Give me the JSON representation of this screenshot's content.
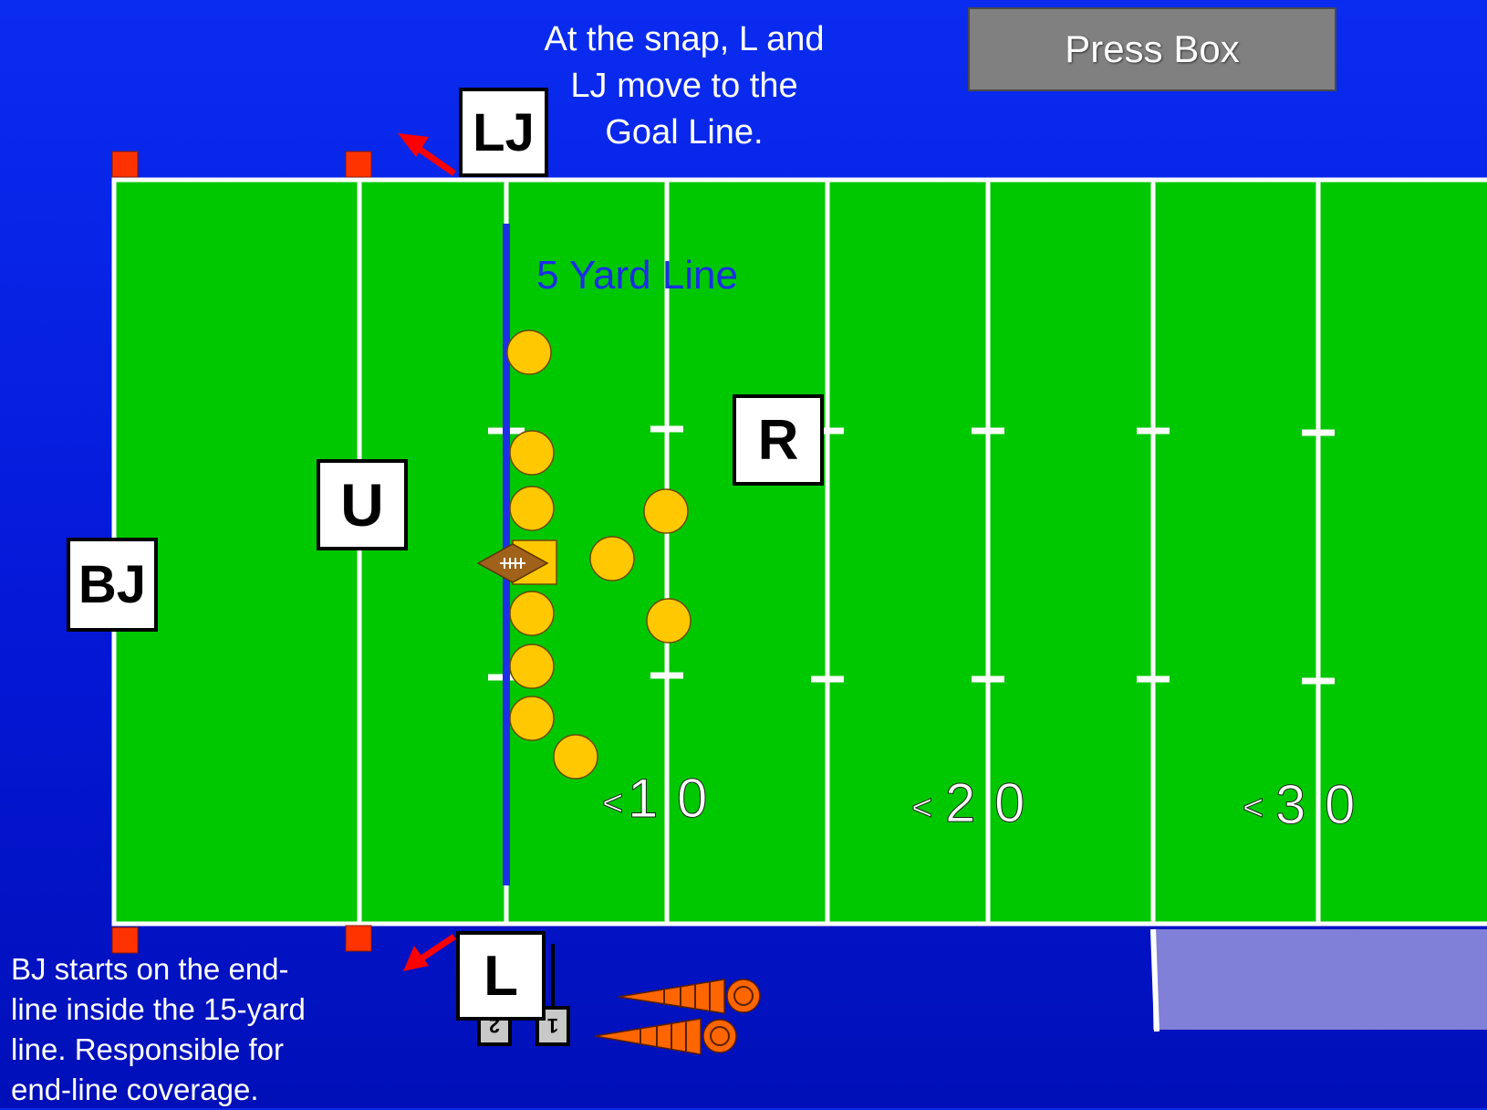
{
  "captions": {
    "top": "At the snap, L and\nLJ move to the\nGoal Line.",
    "bottom": "BJ starts on the end-\nline inside the 15-yard\nline. Responsible for\nend-line coverage."
  },
  "press_box": {
    "label": "Press Box"
  },
  "field": {
    "five_yard_label": "5 Yard Line",
    "yard_numbers": [
      {
        "arrow": "<",
        "digits": [
          "1",
          "0"
        ]
      },
      {
        "arrow": "<",
        "digits": [
          "2",
          "0"
        ]
      },
      {
        "arrow": "<",
        "digits": [
          "3",
          "0"
        ]
      }
    ]
  },
  "officials": {
    "lj": "LJ",
    "r": "R",
    "u": "U",
    "bj": "BJ",
    "l": "L"
  },
  "chain_crew": {
    "box_left": "2",
    "box_right": "1"
  },
  "colors": {
    "field": "#00c800",
    "background": "#0a24e8",
    "player": "#ffc800",
    "pylon": "#ff3300",
    "arrow": "#ff0000",
    "five_yard_line": "#1e2ee8",
    "ball": "#a0611a",
    "team_area": "#8080d8"
  }
}
